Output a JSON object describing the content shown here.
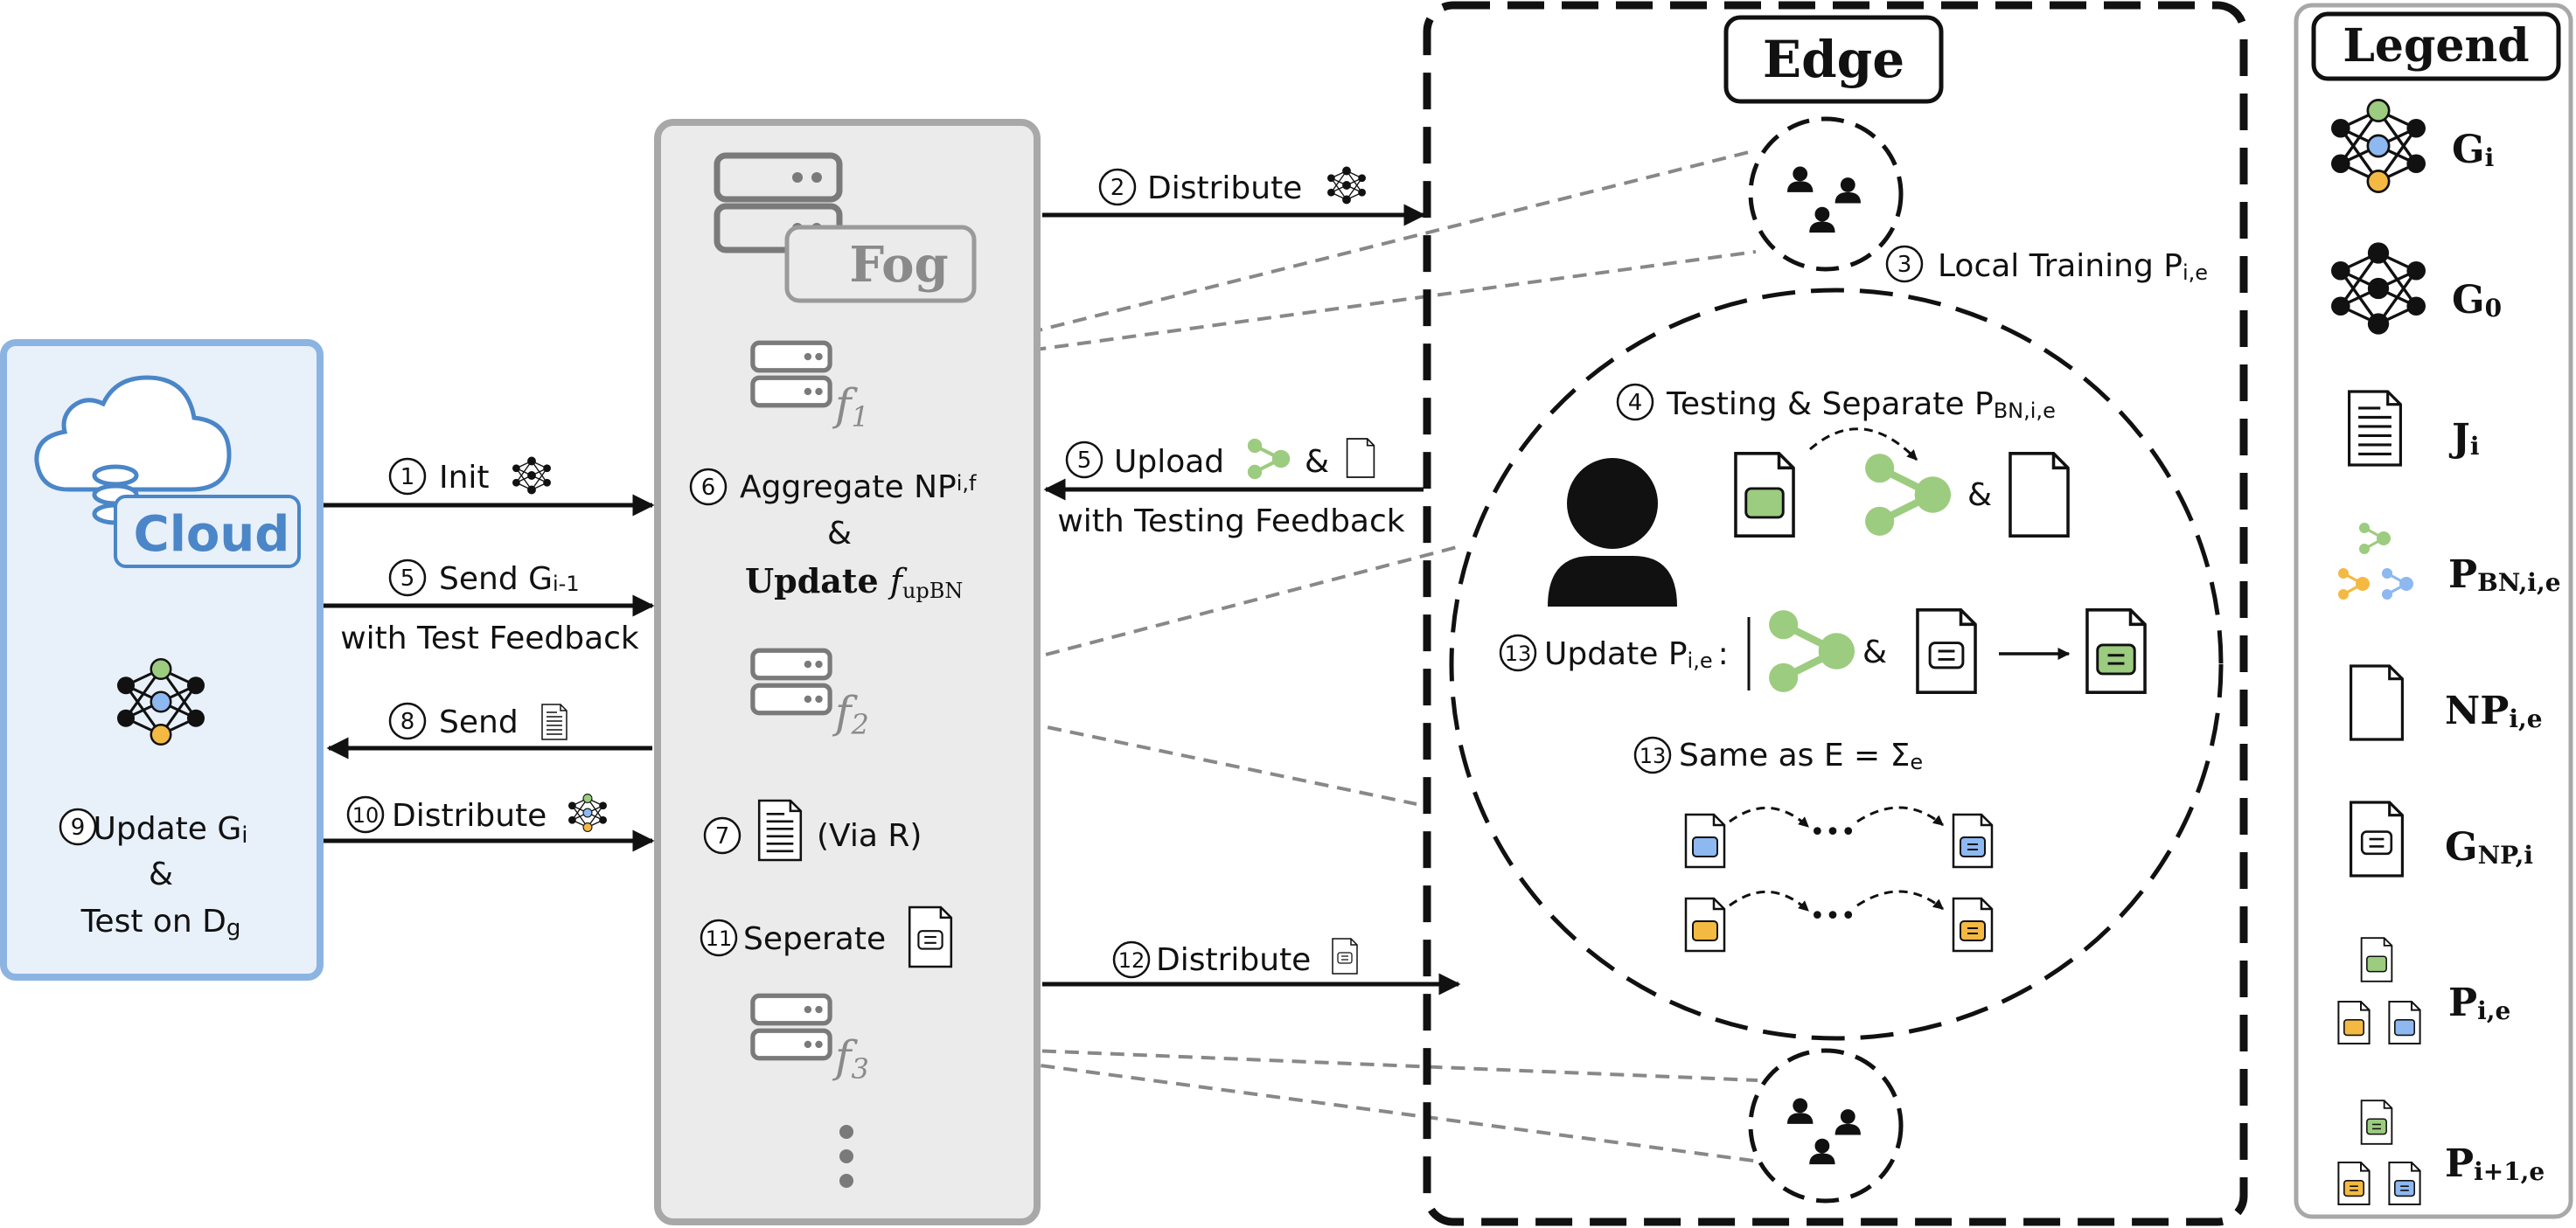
{
  "colors": {
    "cloud_fill": "#e8f0fa",
    "cloud_stroke": "#8cb4e2",
    "cloud_text": "#4a86c8",
    "fog_fill": "#ebebeb",
    "fog_stroke": "#a8a8a8",
    "green": "#9ccc7f",
    "blue": "#8db8f0",
    "orange": "#f4b942",
    "dashed_link": "#888888"
  },
  "cloud": {
    "label": "Cloud",
    "update_title": "Update G",
    "update_sub": "i",
    "amp": "&",
    "test_on": "Test on D",
    "test_sub": "g"
  },
  "fog": {
    "label": "Fog",
    "nodes": [
      {
        "name": "f",
        "sub": "1"
      },
      {
        "name": "f",
        "sub": "2"
      },
      {
        "name": "f",
        "sub": "3"
      }
    ],
    "aggregate": "Aggregate NP",
    "aggregate_sub": "i,f",
    "amp": "&",
    "update": "Update ",
    "update_fn": "f",
    "update_fn_sub": "upBN",
    "via": "(Via R)",
    "separate": "Seperate"
  },
  "edge": {
    "title": "Edge",
    "local_training": "Local Training P",
    "local_training_sub": "i,e",
    "testing": "Testing & Separate P",
    "testing_sub": "BN,i,e",
    "amp": "&",
    "update": "Update P",
    "update_sub": "i,e",
    "update_colon": ":",
    "same_as": "Same as E = Σ",
    "same_as_sub": "e",
    "ellipsis": "•••"
  },
  "arrows": {
    "init": "Init",
    "send_g": "Send G",
    "send_g_sub": "i-1",
    "with_test_feedback": "with Test Feedback",
    "send": "Send",
    "distribute_10": "Distribute",
    "distribute_2": "Distribute",
    "upload": "Upload",
    "upload_amp": "&",
    "with_testing_feedback": "with Testing Feedback",
    "distribute_12": "Distribute"
  },
  "steps": {
    "s1": "1",
    "s2": "2",
    "s3": "3",
    "s4": "4",
    "s5a": "5",
    "s5b": "5",
    "s6": "6",
    "s7": "7",
    "s8": "8",
    "s9": "9",
    "s10": "10",
    "s11": "11",
    "s12": "12",
    "s13a": "13",
    "s13b": "13"
  },
  "legend": {
    "title": "Legend",
    "items": [
      {
        "label": "G",
        "sub": "i"
      },
      {
        "label": "G",
        "sub": "0"
      },
      {
        "label": "J",
        "sub": "i"
      },
      {
        "label": "P",
        "sub": "BN,i,e"
      },
      {
        "label": "NP",
        "sub": "i,e"
      },
      {
        "label": "G",
        "sub": "NP,i"
      },
      {
        "label": "P",
        "sub": "i,e"
      },
      {
        "label": "P",
        "sub": "i+1,e"
      }
    ]
  }
}
